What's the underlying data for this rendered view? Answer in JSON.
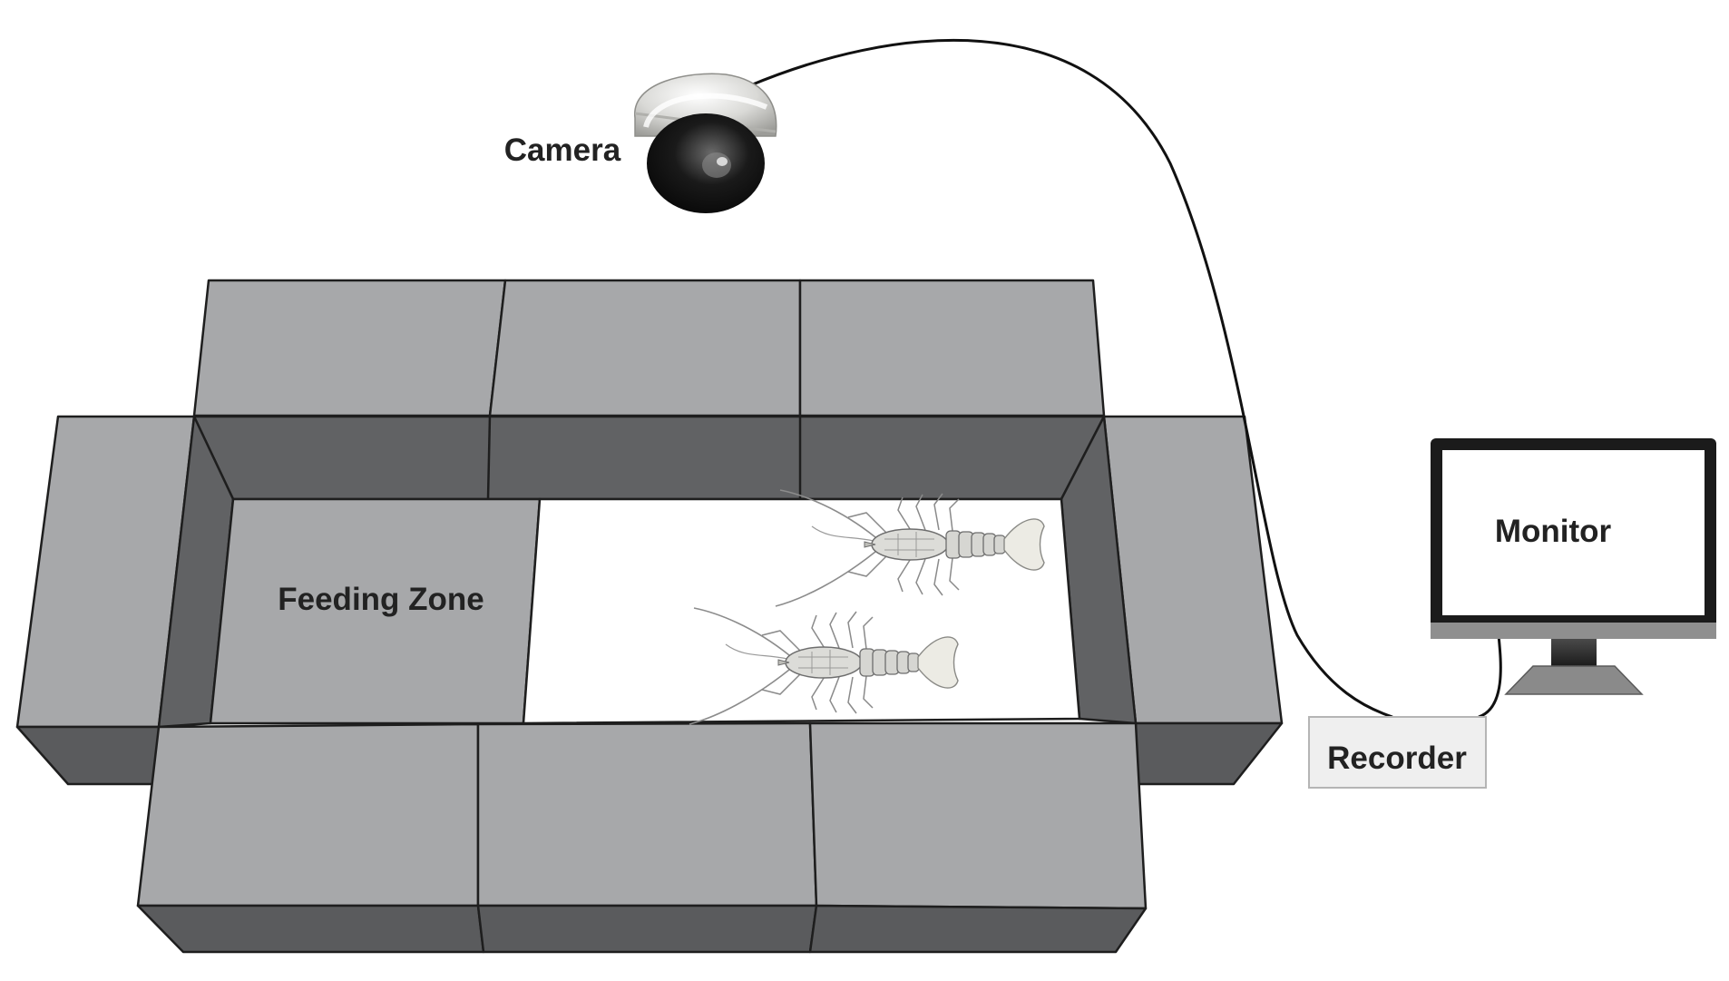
{
  "labels": {
    "camera": "Camera",
    "feeding_zone": "Feeding Zone",
    "monitor": "Monitor",
    "recorder": "Recorder"
  },
  "colors": {
    "box_top": "#a7a8aa",
    "box_inner_wall": "#616264",
    "box_front": "#5a5b5d",
    "arena_floor": "#ffffff",
    "cable": "#111111",
    "monitor_frame": "#1b1b1b",
    "recorder_box": "#efefef"
  },
  "icons": {
    "camera": "dome-camera-icon",
    "animals": "crayfish-icon",
    "display": "monitor-icon"
  }
}
